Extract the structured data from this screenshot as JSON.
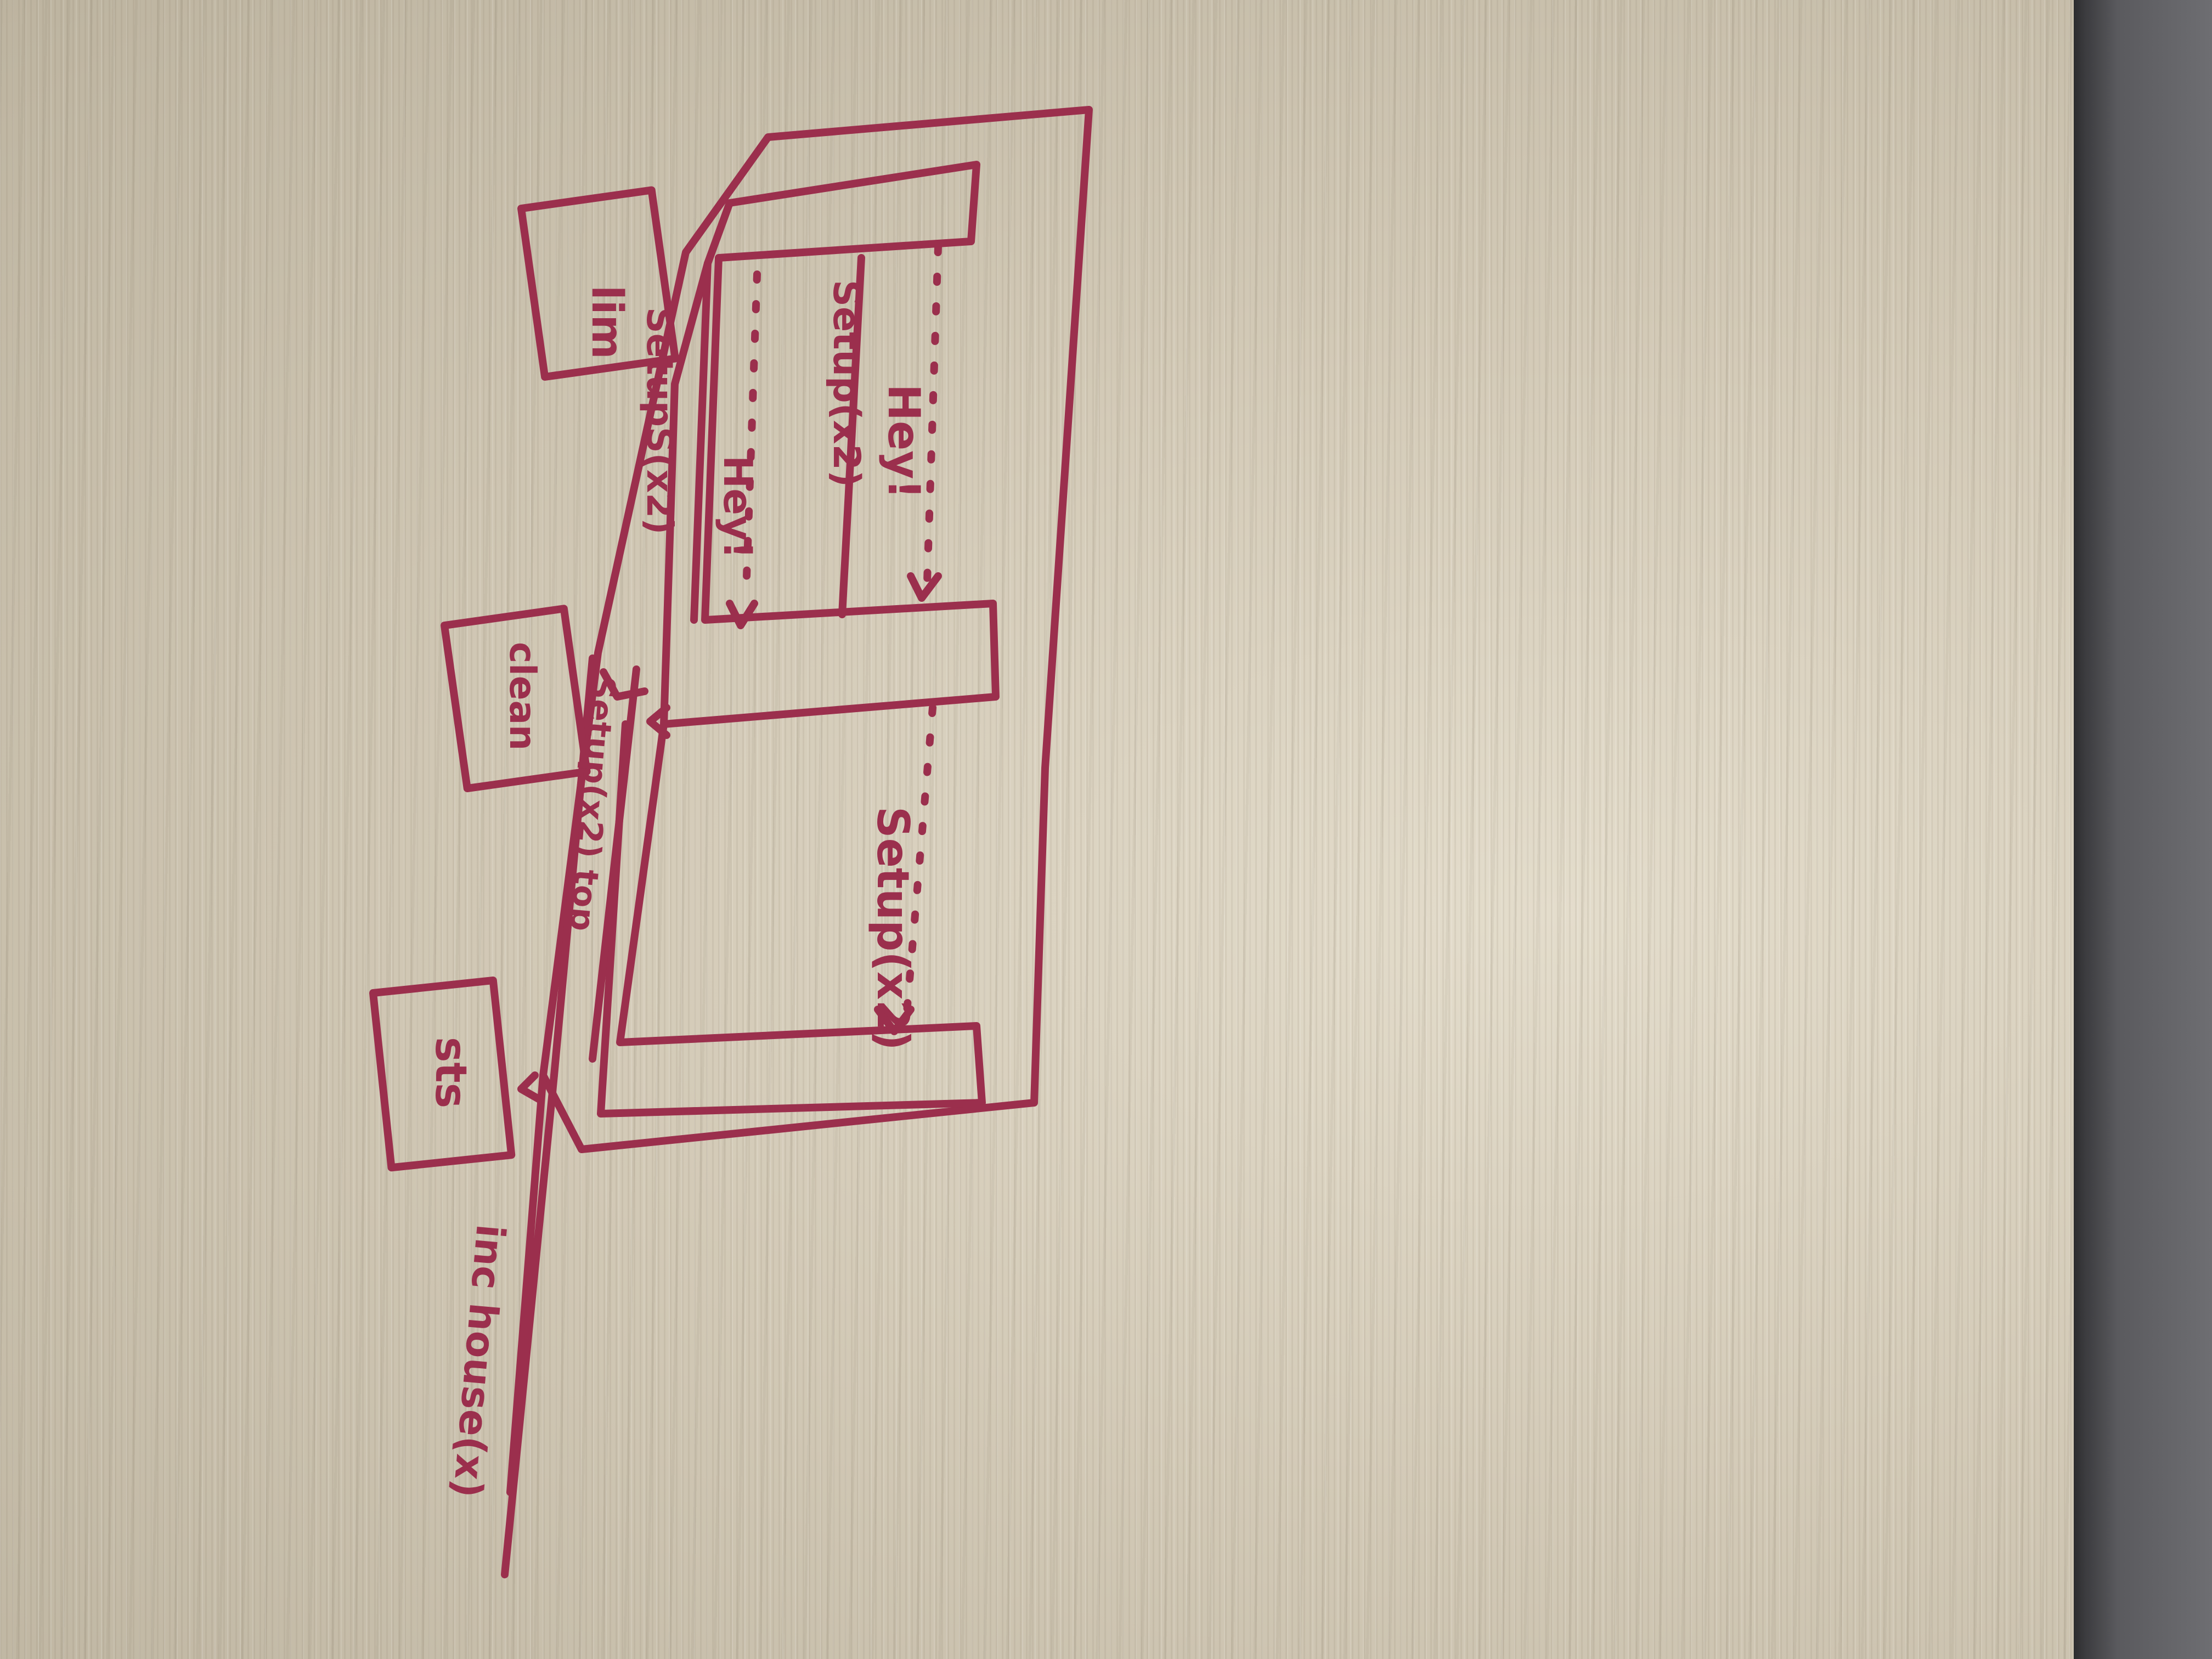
{
  "labels": {
    "room_top": "lim",
    "room_mid": "clean",
    "room_bottom": "sts",
    "lane_top": "Hey!",
    "lane_top_right": "Setup(x2)",
    "track_upper": "SetupS(x2)",
    "track_mid": "Hey!",
    "track_lower": "Setup(x2)",
    "conveyor_left": "Setup(x2) top",
    "conveyor_bottom": "inc house(x)"
  },
  "colors": {
    "ink": "#9b2f4d",
    "wood": "#d3cab7",
    "table_edge": "#3b3b3e"
  }
}
